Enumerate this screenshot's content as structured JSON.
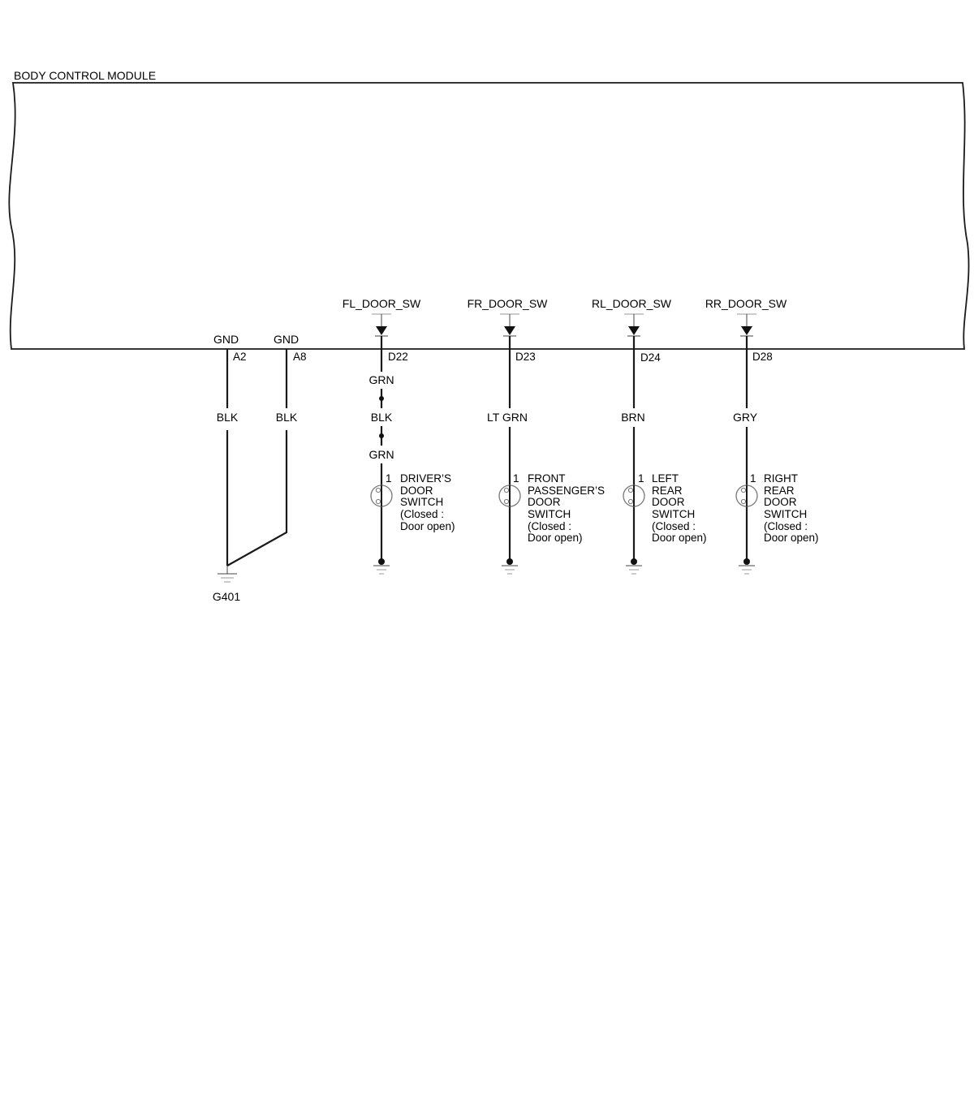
{
  "module": {
    "title": "BODY CONTROL MODULE"
  },
  "ground_pins": [
    {
      "signal": "GND",
      "pin": "A2",
      "wire_color": "BLK"
    },
    {
      "signal": "GND",
      "pin": "A8",
      "wire_color": "BLK"
    }
  ],
  "ground_point": "G401",
  "door_circuits": [
    {
      "signal": "FL_DOOR_SW",
      "pin": "D22",
      "wire_segments": [
        "GRN",
        "BLK",
        "GRN"
      ],
      "switch_pin": "1",
      "switch_label_lines": [
        "DRIVER’S",
        "DOOR",
        "SWITCH",
        "(Closed :",
        "Door open)"
      ]
    },
    {
      "signal": "FR_DOOR_SW",
      "pin": "D23",
      "wire_segments": [
        "LT GRN"
      ],
      "switch_pin": "1",
      "switch_label_lines": [
        "FRONT",
        "PASSENGER’S",
        "DOOR",
        "SWITCH",
        "(Closed :",
        "Door open)"
      ]
    },
    {
      "signal": "RL_DOOR_SW",
      "pin": "D24",
      "wire_segments": [
        "BRN"
      ],
      "switch_pin": "1",
      "switch_label_lines": [
        "LEFT",
        "REAR",
        "DOOR",
        "SWITCH",
        "(Closed :",
        "Door open)"
      ]
    },
    {
      "signal": "RR_DOOR_SW",
      "pin": "D28",
      "wire_segments": [
        "GRY"
      ],
      "switch_pin": "1",
      "switch_label_lines": [
        "RIGHT",
        "REAR",
        "DOOR",
        "SWITCH",
        "(Closed :",
        "Door open)"
      ]
    }
  ]
}
